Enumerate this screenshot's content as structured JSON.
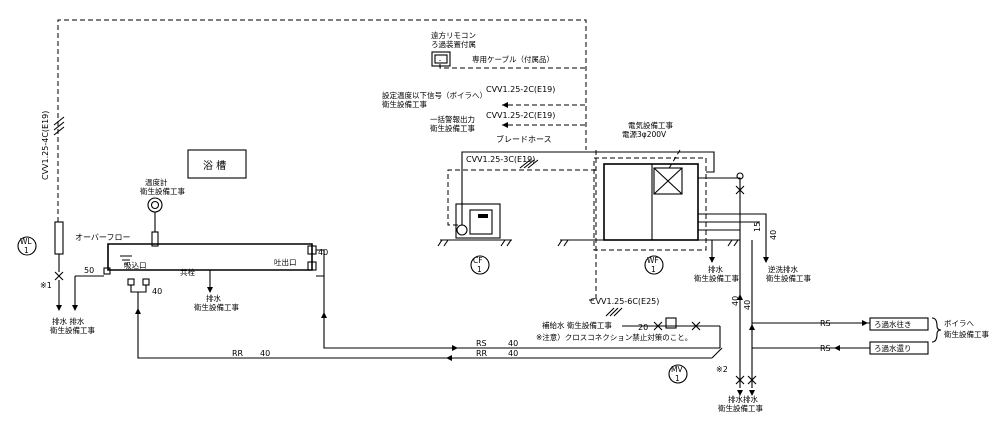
{
  "labels": {
    "bath_title": "浴 槽",
    "wl_tag": "WL",
    "cf_tag": "CF",
    "wf_tag": "WF",
    "mv_tag": "MV",
    "tag_num": "1",
    "remote_line1": "遠方リモコン",
    "remote_line2": "ろ過装置付属",
    "dedicated_cable": "専用ケーブル（付属品）",
    "cvv_4c": "CVV1.25-4C(E19)",
    "cvv_2c_a": "CVV1.25-2C(E19)",
    "cvv_2c_b": "CVV1.25-2C(E19)",
    "cvv_3c": "CVV1.25-3C(E19)",
    "cvv_6c": "CVV1.25-6C(E25)",
    "temp_signal_line1": "設定温度以下信号（ボイラへ）",
    "temp_signal_line2": "衛生設備工事",
    "alarm_line1": "一括警報出力",
    "alarm_line2": "衛生設備工事",
    "elec_line1": "電気設備工事",
    "elec_line2": "電源3φ200V",
    "braided_hose": "ブレードホース",
    "thermometer_line1": "温度計",
    "thermometer_line2": "衛生設備工事",
    "overflow": "オーバーフロー",
    "suction": "吸込口",
    "discharge": "吐出口",
    "common_valve": "共栓",
    "drain_left_line1": "排水 排水",
    "drain_left_line2": "衛生設備工事",
    "drain_mid_line1": "排水",
    "drain_mid_line2": "衛生設備工事",
    "drain_wf_line1": "排水",
    "drain_wf_line2": "衛生設備工事",
    "drain_bottom_line1": "排水排水",
    "drain_bottom_line2": "衛生設備工事",
    "backwash_line1": "逆洗排水",
    "backwash_line2": "衛生設備工事",
    "makeup_water": "補給水 衛生設備工事",
    "cross_connection_note": "※注意）クロスコネクション禁止対策のこと。",
    "note_1": "※1",
    "note_2": "※2",
    "boiler_line1": "ボイラへ",
    "boiler_line2": "衛生設備工事",
    "filtered_out": "ろ過水往き",
    "filtered_return": "ろ過水還り",
    "rs": "RS",
    "rr": "RR",
    "dim_40": "40",
    "dim_50": "50",
    "dim_20": "20",
    "dim_15": "15"
  }
}
